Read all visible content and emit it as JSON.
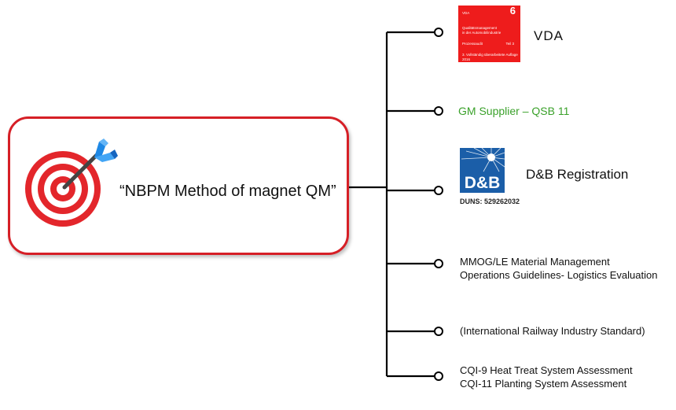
{
  "center": {
    "title": "“NBPM Method of magnet QM”",
    "icon": "target-dart-icon"
  },
  "branches": {
    "vda": {
      "label": "VDA",
      "book": {
        "header": "VDA",
        "number": "6",
        "title_line1": "Qualitätsmanagement",
        "title_line2": "in der Automobilindustrie",
        "subtitle": "Prozessaudit",
        "part": "Teil 3",
        "footer": "3. Vollständig überarbeitete Auflage 2016"
      }
    },
    "gm": {
      "label": "GM Supplier – QSB 11"
    },
    "db": {
      "label": "D&B Registration",
      "logo_text": "D&B",
      "duns": "DUNS: 529262032"
    },
    "mmog": {
      "line1": "MMOG/LE   Material Management",
      "line2": "Operations Guidelines- Logistics Evaluation"
    },
    "iris": {
      "label": "(International Railway Industry Standard)"
    },
    "cqi": {
      "line1": "CQI-9 Heat Treat System Assessment",
      "line2": "CQI-11 Planting System Assessment"
    }
  },
  "colors": {
    "accent": "#d61f26",
    "green": "#3aa12a",
    "db_blue": "#1b5ea8",
    "vda_red": "#ee1c1c"
  }
}
